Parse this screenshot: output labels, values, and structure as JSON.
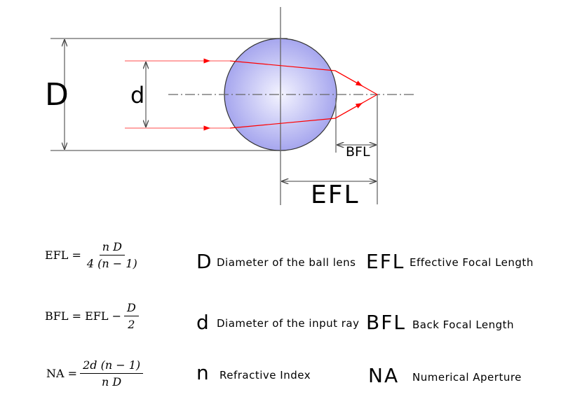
{
  "diagram": {
    "labels": {
      "D": "D",
      "d": "d",
      "BFL": "BFL",
      "EFL": "EFL"
    },
    "colors": {
      "ray": "#ff0000",
      "lens": "#a8a8f0",
      "lines": "#666666"
    }
  },
  "formulas": [
    {
      "lhs": "EFL",
      "eq": "=",
      "num": "n D",
      "den": "4 (n − 1)"
    },
    {
      "lhs": "BFL",
      "eq": "=",
      "rhs": "EFL −",
      "num": "D",
      "den": "2"
    },
    {
      "lhs": "NA",
      "eq": "=",
      "num": "2d (n − 1)",
      "den": "n D"
    }
  ],
  "legend": [
    {
      "symbol": "D",
      "description": "Diameter of the ball lens"
    },
    {
      "symbol": "d",
      "description": "Diameter of the input ray"
    },
    {
      "symbol": "n",
      "description": "Refractive Index"
    },
    {
      "symbol": "EFL",
      "description": "Effective Focal Length"
    },
    {
      "symbol": "BFL",
      "description": "Back Focal Length"
    },
    {
      "symbol": "NA",
      "description": "Numerical Aperture"
    }
  ]
}
